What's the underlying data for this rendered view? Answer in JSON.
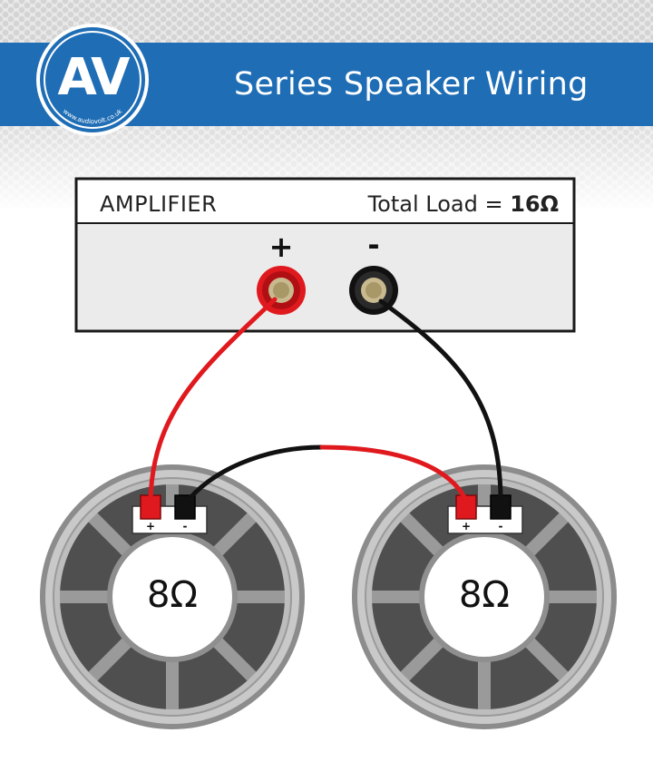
{
  "header": {
    "logo_text": "AV",
    "logo_url": "www.audiovolt.co.uk",
    "title": "Series Speaker Wiring"
  },
  "amplifier": {
    "label": "AMPLIFIER",
    "load_label": "Total Load = ",
    "load_value": "16Ω",
    "positive_symbol": "+",
    "negative_symbol": "-"
  },
  "speakers": [
    {
      "impedance": "8Ω",
      "positive_symbol": "+",
      "negative_symbol": "-"
    },
    {
      "impedance": "8Ω",
      "positive_symbol": "+",
      "negative_symbol": "-"
    }
  ],
  "colors": {
    "banner": "#1e6db5",
    "positive_wire": "#e0191e",
    "negative_wire": "#111111",
    "speaker_frame": "#8a8a8a",
    "speaker_cone": "#555555"
  }
}
